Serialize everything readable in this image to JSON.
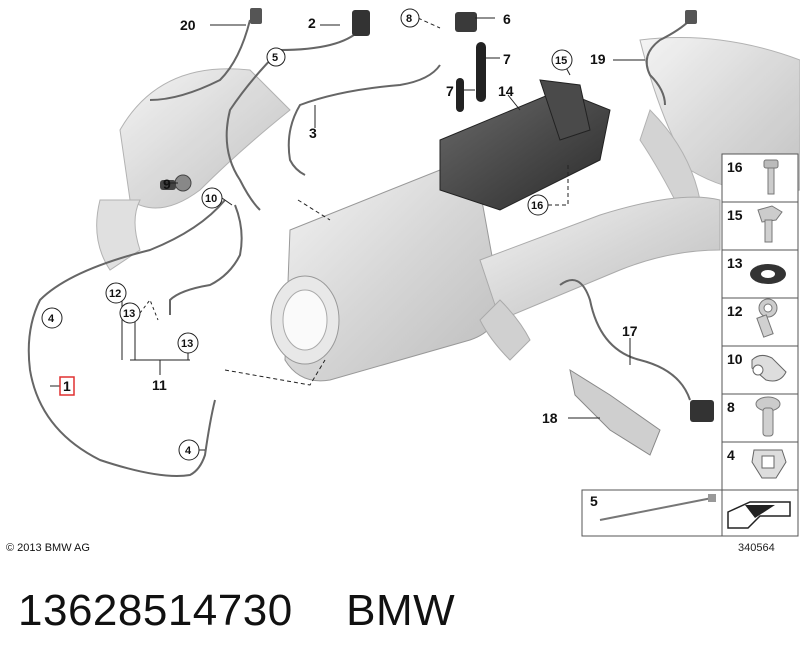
{
  "diagram": {
    "callouts": {
      "c20": "20",
      "c2": "2",
      "c5": "5",
      "c3": "3",
      "c8": "8",
      "c6": "6",
      "c7a": "7",
      "c7b": "7",
      "c14": "14",
      "c15": "15",
      "c19": "19",
      "c9": "9",
      "c10": "10",
      "c16": "16",
      "c4a": "4",
      "c1": "1",
      "c12": "12",
      "c13a": "13",
      "c13b": "13",
      "c11": "11",
      "c4b": "4",
      "c17": "17",
      "c18": "18"
    },
    "legend": {
      "items": [
        "16",
        "15",
        "13",
        "12",
        "10",
        "8",
        "4"
      ],
      "wide_item": "5"
    },
    "copyright": "© 2013 BMW AG",
    "reference_number": "340564",
    "highlight_color": "#e03030"
  },
  "footer": {
    "part_number": "13628514730",
    "brand": "BMW"
  }
}
